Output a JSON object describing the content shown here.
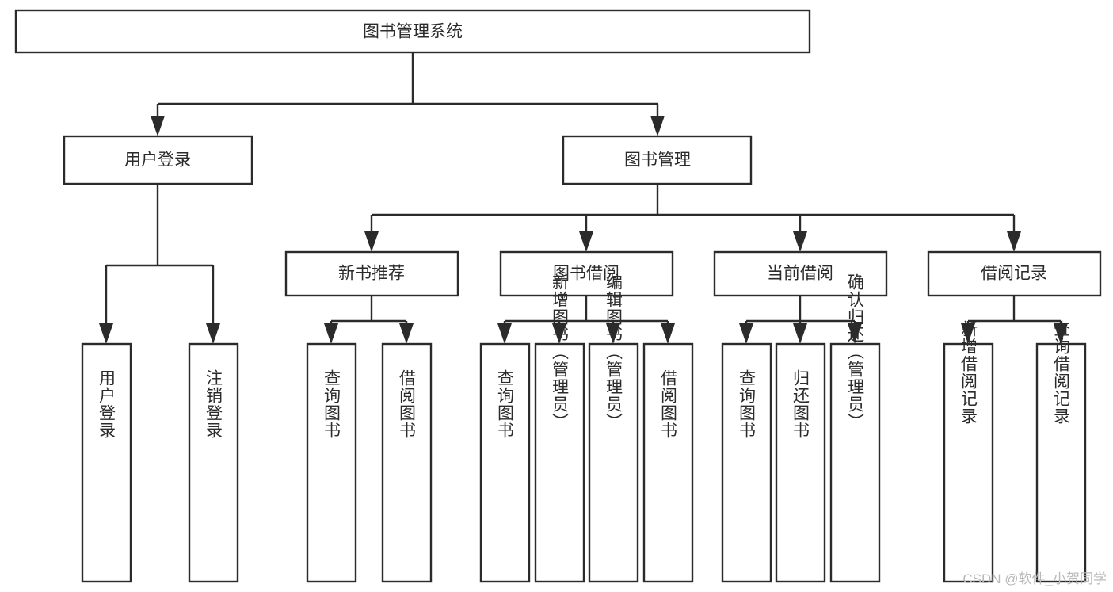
{
  "diagram": {
    "title": "图书管理系统",
    "root": {
      "id": "root",
      "label": "图书管理系统"
    },
    "level2": [
      {
        "id": "user-login",
        "label": "用户登录"
      },
      {
        "id": "book-manage",
        "label": "图书管理"
      }
    ],
    "level3": [
      {
        "id": "new-book-recommend",
        "label": "新书推荐"
      },
      {
        "id": "book-borrow",
        "label": "图书借阅"
      },
      {
        "id": "current-borrow",
        "label": "当前借阅"
      },
      {
        "id": "borrow-record",
        "label": "借阅记录"
      }
    ],
    "leaves": {
      "user-login": [
        {
          "id": "leaf-user-login",
          "label": "用户登录"
        },
        {
          "id": "leaf-logout-login",
          "label": "注销登录"
        }
      ],
      "new-book-recommend": [
        {
          "id": "leaf-query-book-1",
          "label": "查询图书"
        },
        {
          "id": "leaf-borrow-book-1",
          "label": "借阅图书"
        }
      ],
      "book-borrow": [
        {
          "id": "leaf-query-book-2",
          "label": "查询图书"
        },
        {
          "id": "leaf-add-book-admin",
          "label": "新增图书（管理员）"
        },
        {
          "id": "leaf-edit-book-admin",
          "label": "编辑图书（管理员）"
        },
        {
          "id": "leaf-borrow-book-2",
          "label": "借阅图书"
        }
      ],
      "current-borrow": [
        {
          "id": "leaf-query-book-3",
          "label": "查询图书"
        },
        {
          "id": "leaf-return-book",
          "label": "归还图书"
        },
        {
          "id": "leaf-confirm-return-admin",
          "label": "确认归还（管理员）"
        }
      ],
      "borrow-record": [
        {
          "id": "leaf-add-borrow-record",
          "label": "新增借阅记录"
        },
        {
          "id": "leaf-query-borrow-record",
          "label": "查询借阅记录"
        }
      ]
    },
    "watermark": "CSDN @软件_小贺同学",
    "colors": {
      "stroke": "#2b2b2b",
      "fill": "#ffffff",
      "text": "#2b2b2b",
      "watermark": "#b9b9b9",
      "background": "#ffffff"
    }
  }
}
